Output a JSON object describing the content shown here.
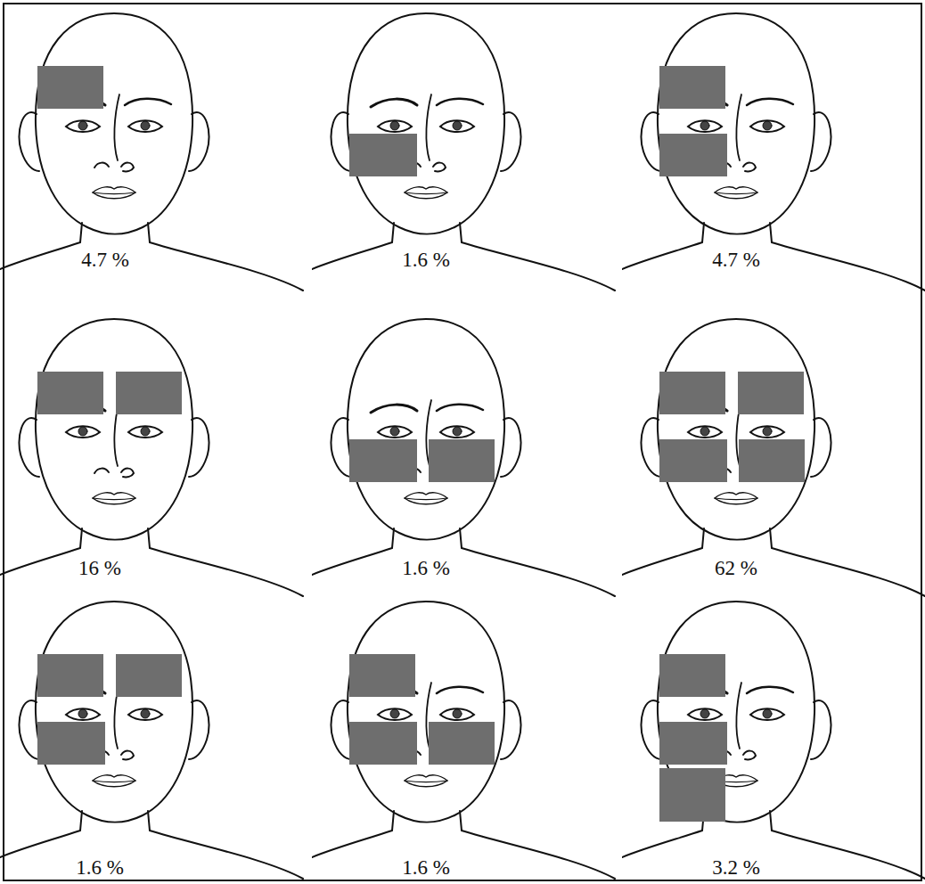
{
  "diagram": {
    "labels": [
      "4.7 %",
      "1.6 %",
      "4.7 %",
      "16 %",
      "1.6 %",
      "62 %",
      "1.6 %",
      "1.6 %",
      "3.2 %"
    ]
  }
}
